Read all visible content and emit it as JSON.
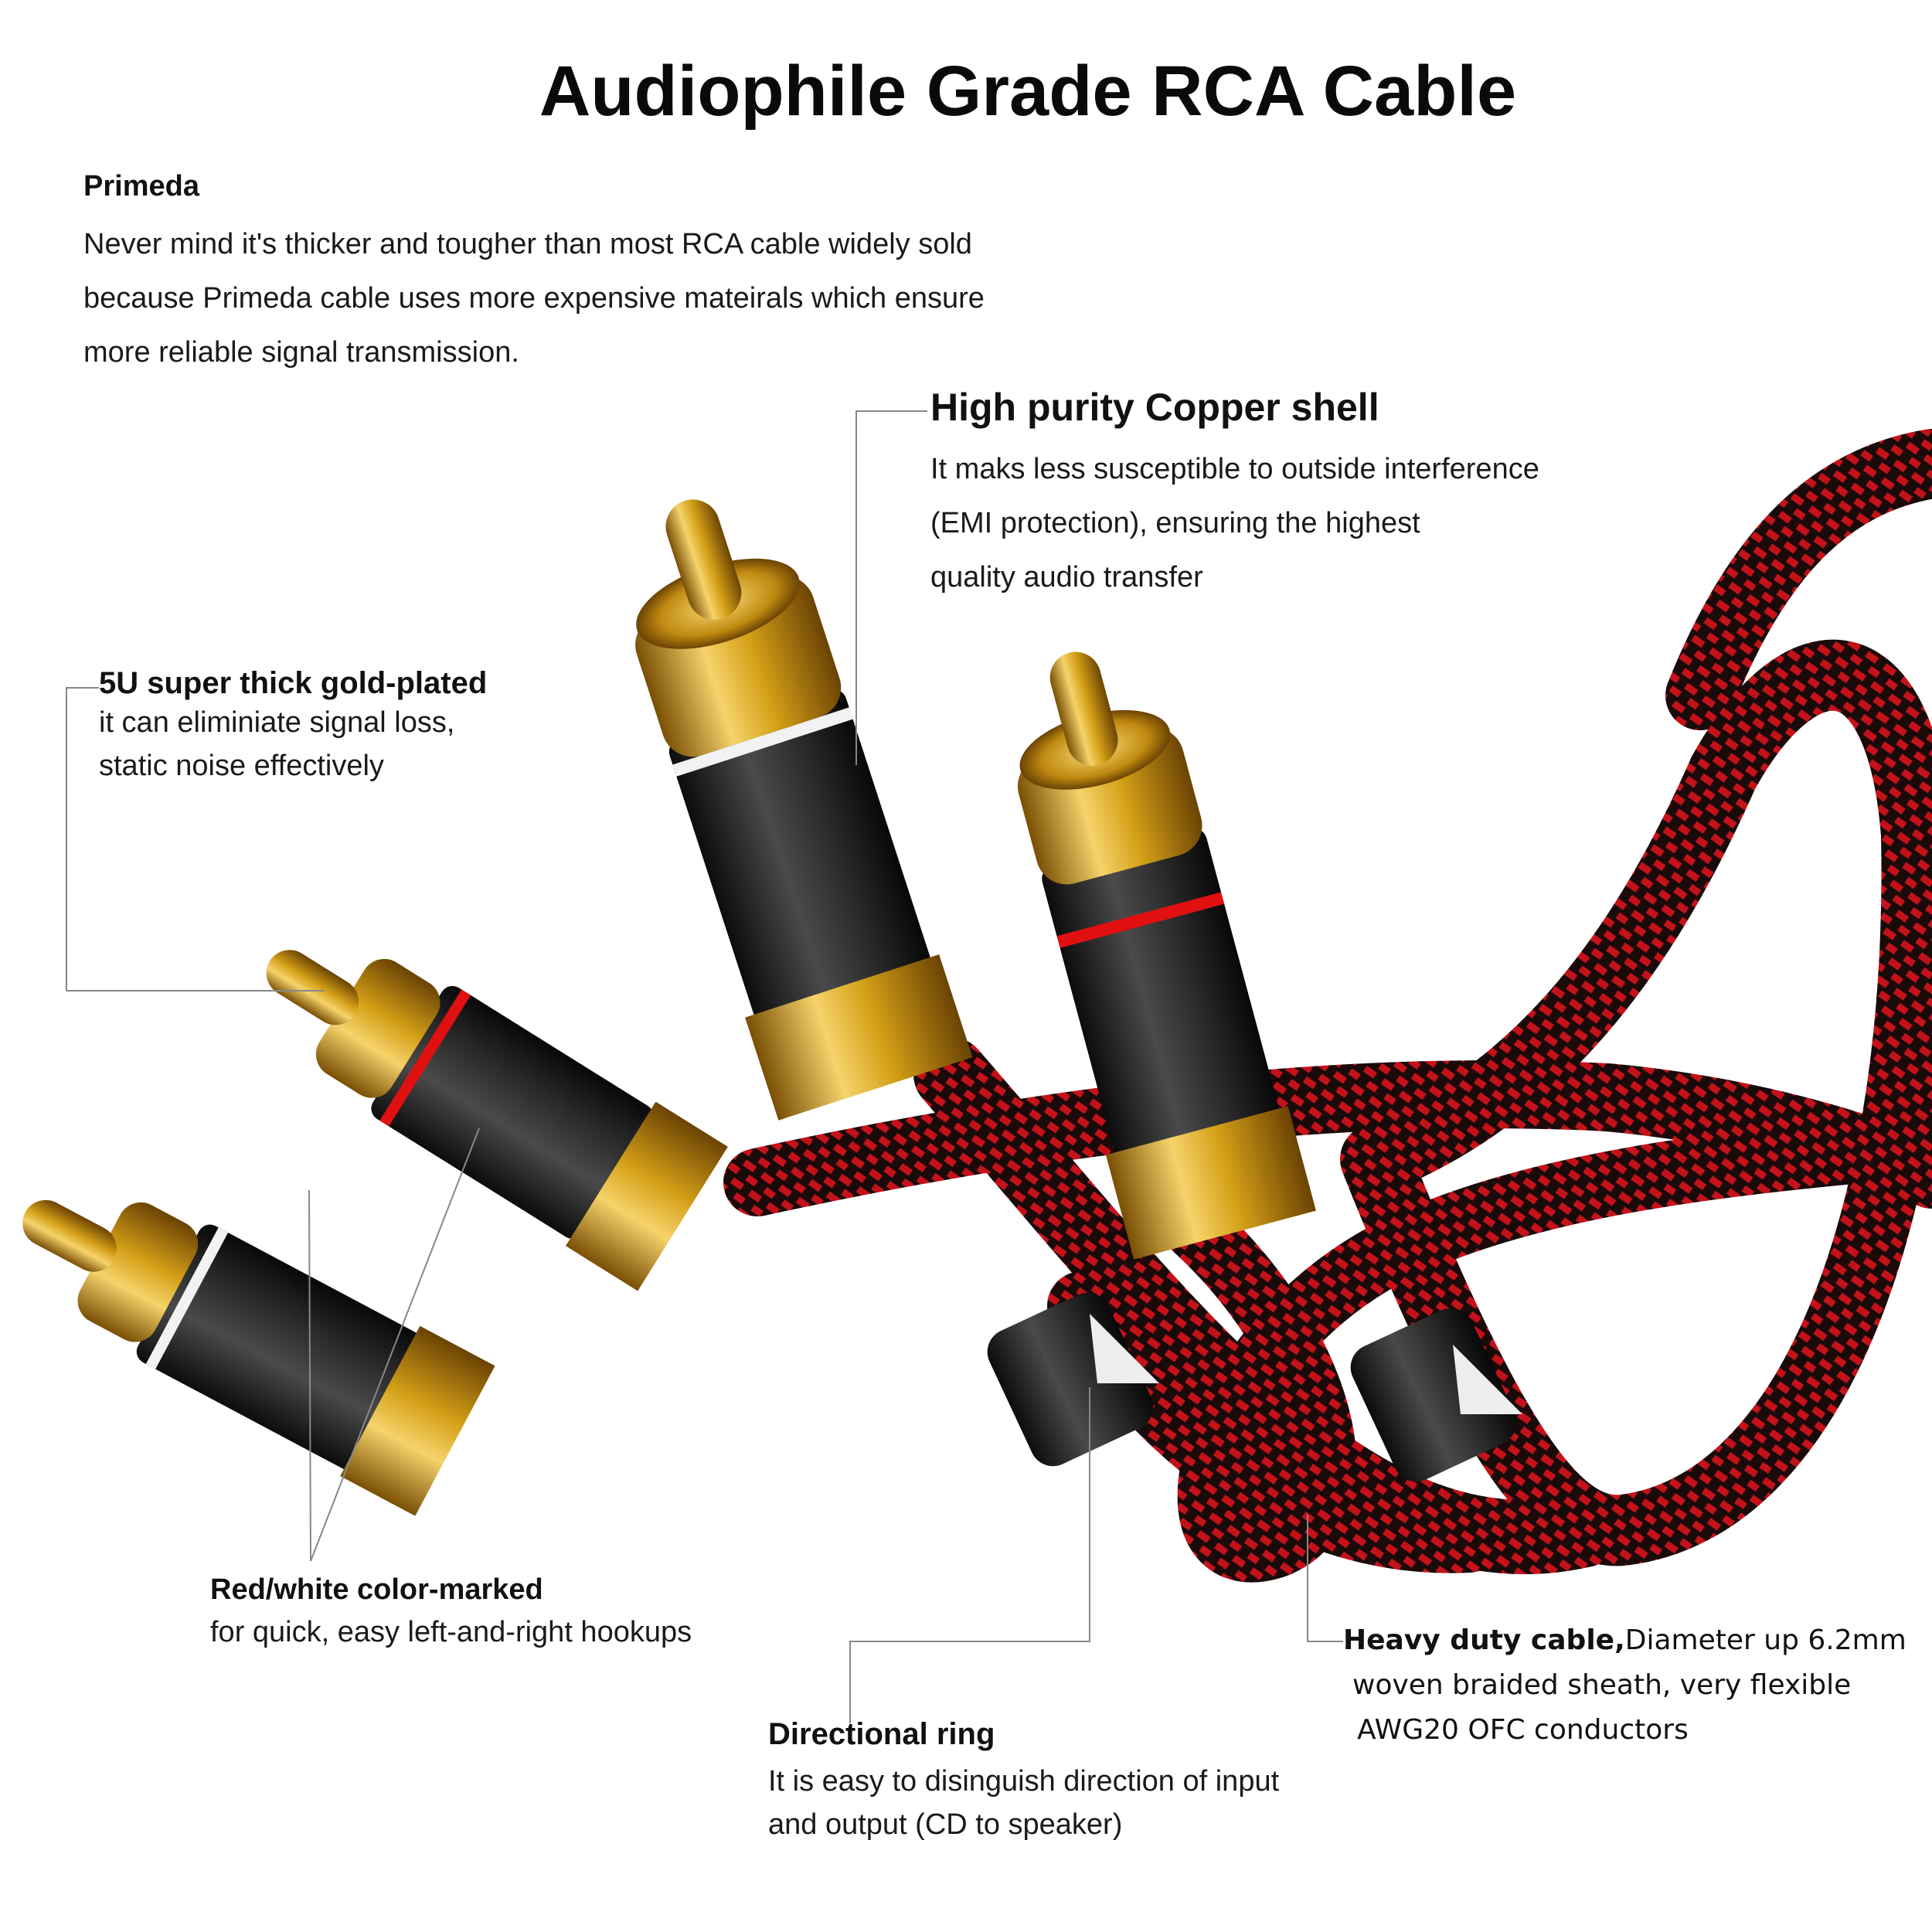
{
  "title": "Audiophile Grade RCA Cable",
  "intro": {
    "brand": "Primeda",
    "lines": [
      "Never mind it's thicker and tougher than most RCA cable widely sold",
      "because Primeda cable uses more expensive mateirals which ensure",
      "more reliable signal transmission."
    ]
  },
  "callouts": {
    "copper_shell": {
      "heading": "High purity Copper shell",
      "lines": [
        "It maks less susceptible to outside interference",
        "(EMI protection), ensuring the highest",
        "quality audio transfer"
      ]
    },
    "gold_plated": {
      "heading": "5U super thick gold-plated",
      "lines": [
        "it can eliminiate signal loss,",
        "static noise effectively"
      ]
    },
    "color_marked": {
      "heading": "Red/white color-marked",
      "lines": [
        "for quick, easy left-and-right hookups"
      ]
    },
    "directional_ring": {
      "heading": "Directional ring",
      "lines": [
        "It is easy to disinguish direction of input",
        "and output (CD to speaker)"
      ]
    },
    "heavy_duty": {
      "heading": "Heavy duty cable,",
      "heading_rest": "Diameter up 6.2mm",
      "lines": [
        "woven braided sheath, very flexible",
        "AWG20 OFC conductors"
      ]
    }
  },
  "colors": {
    "braid_red": "#c4121a",
    "braid_black": "#1a0a0a",
    "gold": "#d4a017",
    "housing": "#2b2b2b",
    "ring_red": "#e01010",
    "ring_white": "#f2f2f2"
  }
}
